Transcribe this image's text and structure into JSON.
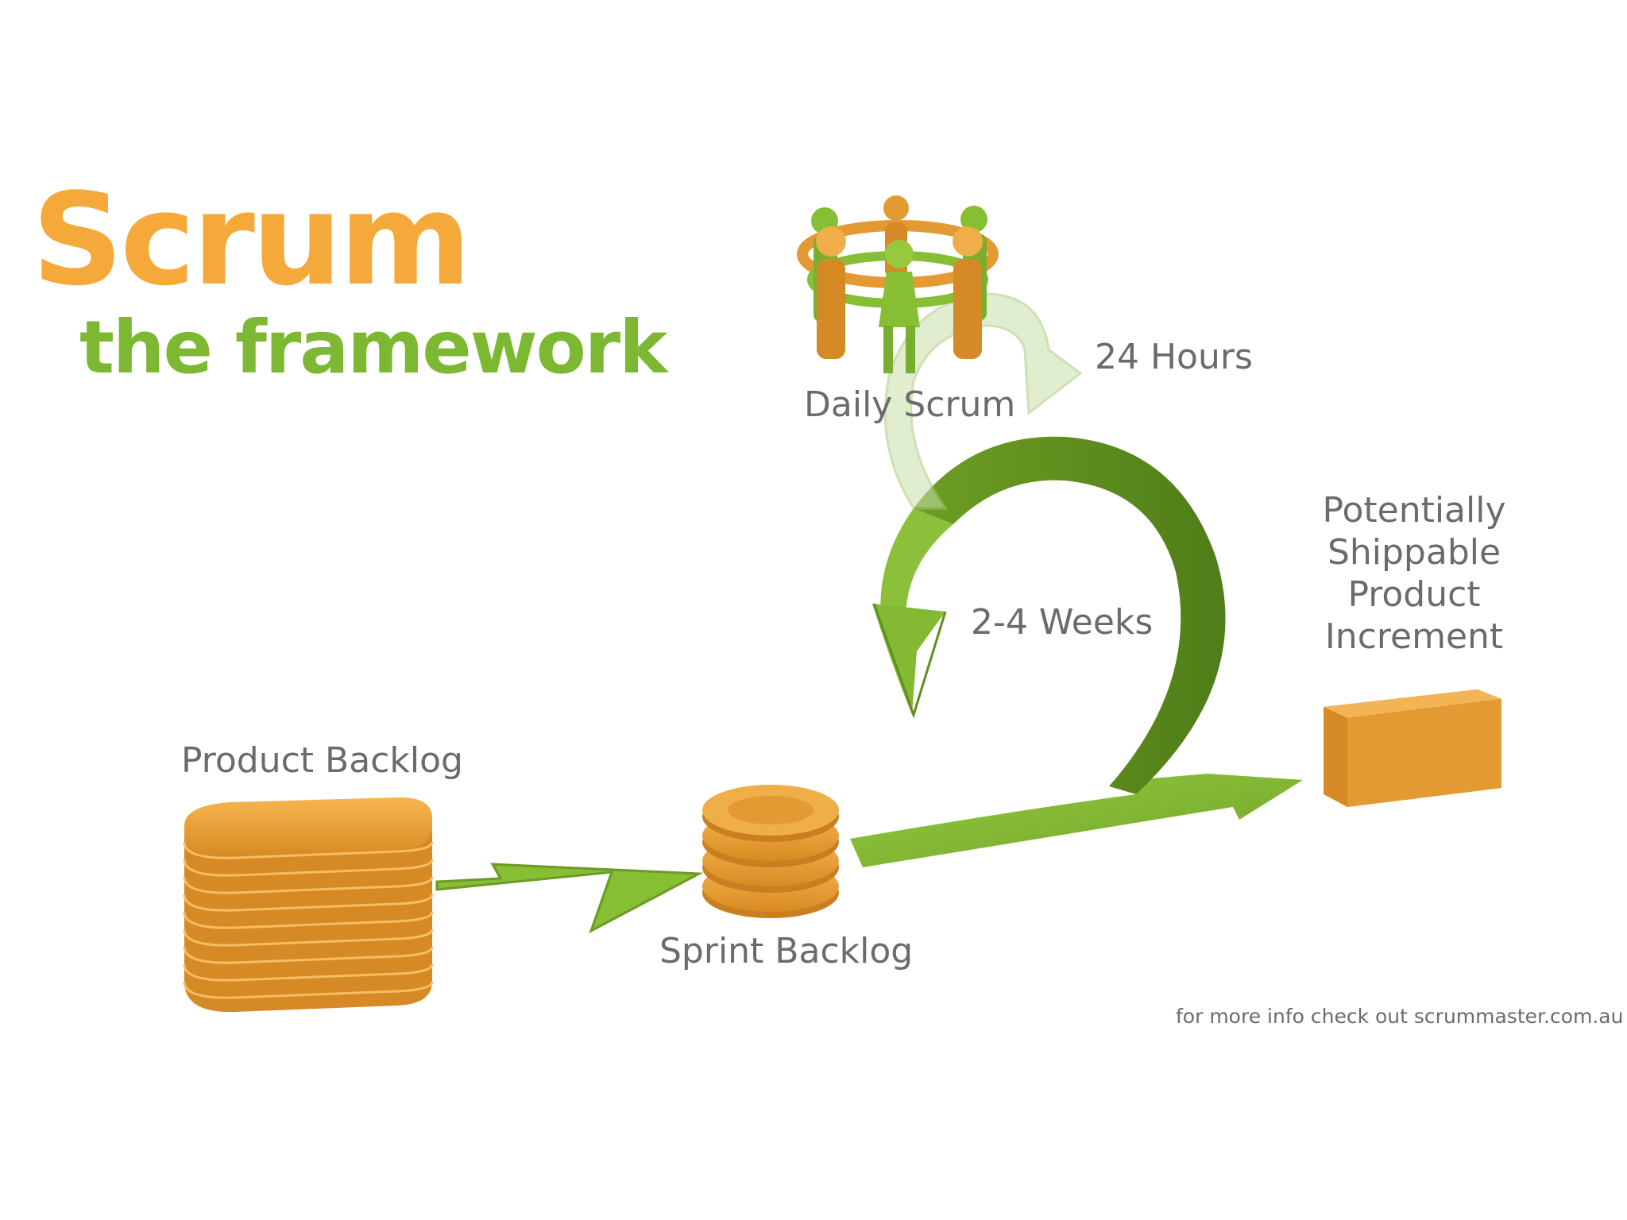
{
  "title": {
    "main": "Scrum",
    "sub": "the framework"
  },
  "labels": {
    "daily_scrum": "Daily Scrum",
    "hours": "24 Hours",
    "weeks": "2-4 Weeks",
    "product_backlog": "Product Backlog",
    "sprint_backlog": "Sprint Backlog",
    "increment_lines": [
      "Potentially",
      "Shippable",
      "Product",
      "Increment"
    ]
  },
  "footer": "for more info check out scrummaster.com.au",
  "colors": {
    "orange": "#F5A93B",
    "orange_dark": "#C07820",
    "green": "#7CB832",
    "green_dark": "#5E8F22",
    "label_gray": "#6b6b6b"
  },
  "icons": [
    "people-circle-icon",
    "stack-icon",
    "coin-stack-icon",
    "box-icon",
    "arrow-icon",
    "cycle-arrow-icon"
  ]
}
